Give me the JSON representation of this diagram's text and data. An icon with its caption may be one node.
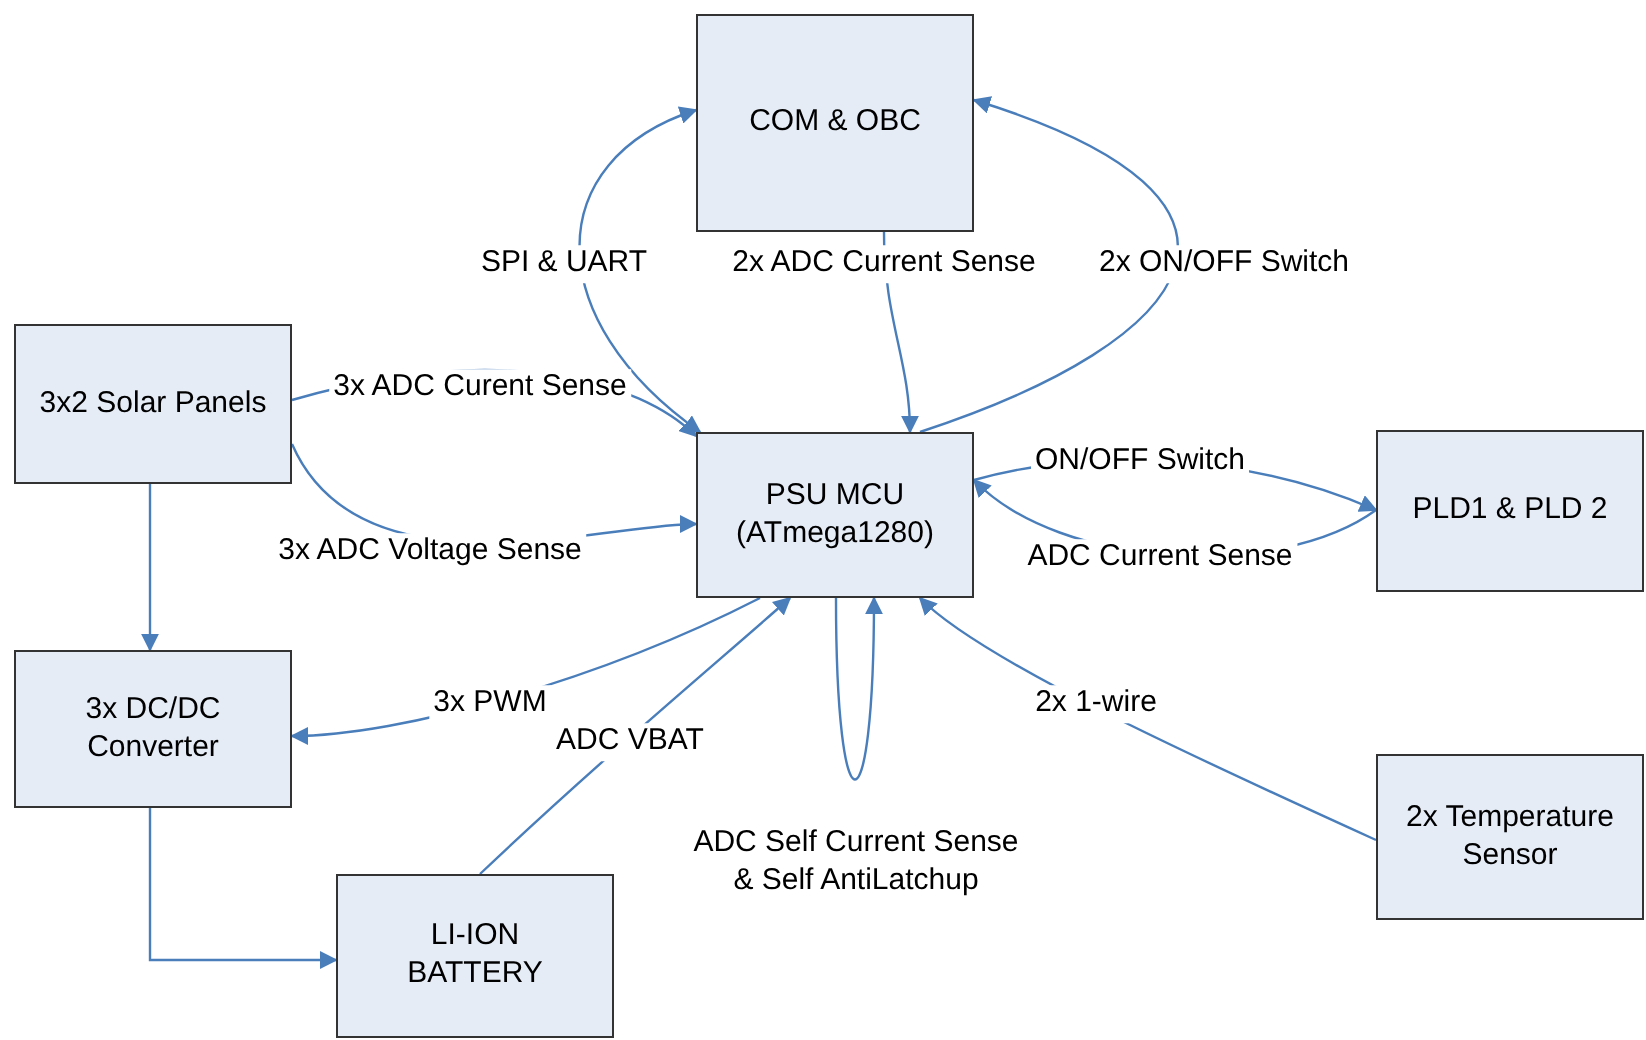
{
  "diagram": {
    "nodes": [
      {
        "text": [
          "COM & OBC"
        ]
      },
      {
        "text": [
          "3x2 Solar Panels"
        ]
      },
      {
        "text": [
          "PSU MCU (ATmega1280)"
        ]
      },
      {
        "text": [
          "PLD1 & PLD 2"
        ]
      },
      {
        "text": [
          "3x DC/DC Converter"
        ]
      },
      {
        "text": [
          "2x Temperature Sensor"
        ]
      },
      {
        "text": [
          "LI-ION BATTERY"
        ]
      }
    ],
    "edges": [
      {
        "from": 2,
        "to": 0,
        "arrow": "both",
        "label": "SPI & UART"
      },
      {
        "from": 0,
        "to": 2,
        "arrow": "to",
        "label": "2x ADC Current Sense"
      },
      {
        "from": 2,
        "to": 0,
        "arrow": "to",
        "label": "2x ON/OFF Switch"
      },
      {
        "from": 1,
        "to": 2,
        "arrow": "to",
        "label": "3x ADC Curent Sense"
      },
      {
        "from": 1,
        "to": 2,
        "arrow": "to",
        "label": "3x ADC Voltage Sense"
      },
      {
        "from": 2,
        "to": 3,
        "arrow": "to",
        "label": "ON/OFF Switch"
      },
      {
        "from": 3,
        "to": 2,
        "arrow": "to",
        "label": "ADC Current Sense"
      },
      {
        "from": 1,
        "to": 4,
        "arrow": "to"
      },
      {
        "from": 2,
        "to": 4,
        "arrow": "to",
        "label": "3x PWM"
      },
      {
        "from": 6,
        "to": 2,
        "arrow": "to",
        "label": "ADC VBAT"
      },
      {
        "from": 2,
        "to": 2,
        "arrow": "to",
        "label": "ADC Self Current Sense & Self AntiLatchup"
      },
      {
        "from": 5,
        "to": 2,
        "arrow": "to",
        "label": "2x 1-wire"
      },
      {
        "from": 4,
        "to": 6,
        "arrow": "to"
      }
    ]
  }
}
